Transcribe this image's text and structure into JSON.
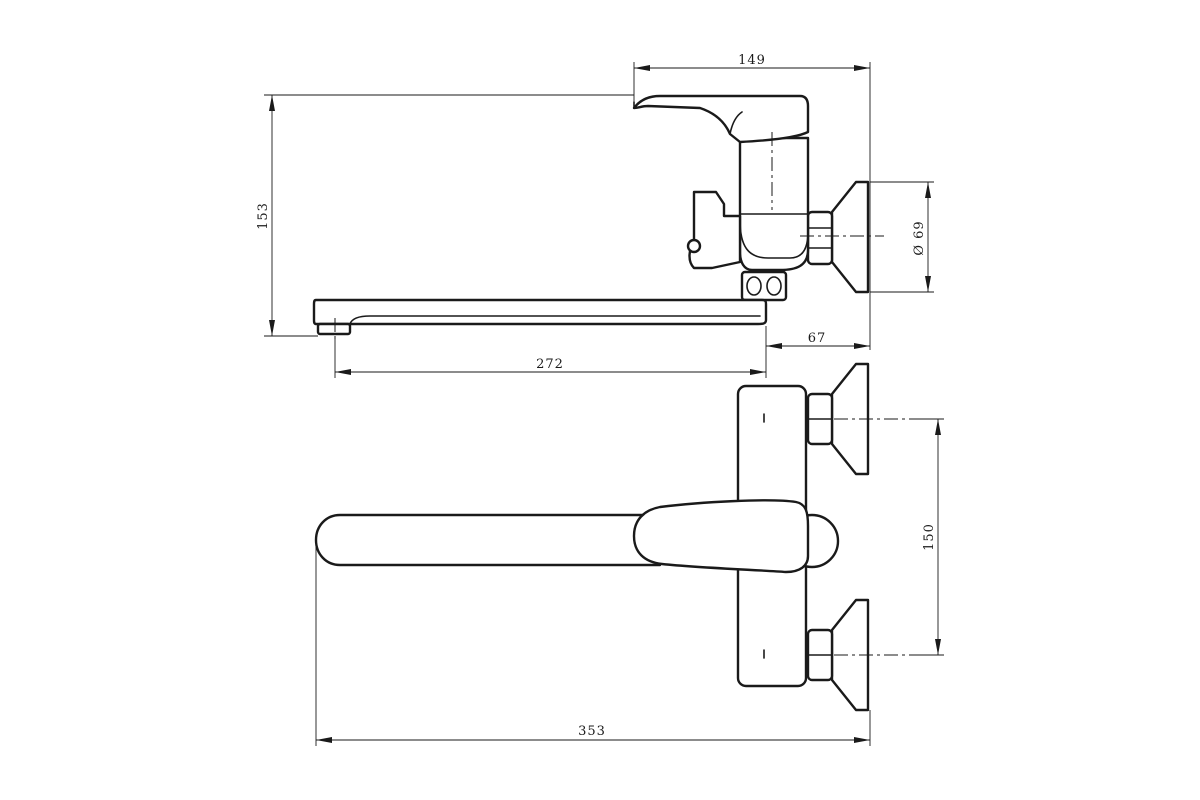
{
  "dimensions": {
    "top_width": "149",
    "overall_height": "153",
    "escutcheon_diameter": "Ø 69",
    "wall_offset": "67",
    "spout_reach": "272",
    "inlet_spacing": "150",
    "overall_length": "353"
  },
  "colors": {
    "line": "#1a1a1a",
    "background": "#ffffff"
  }
}
